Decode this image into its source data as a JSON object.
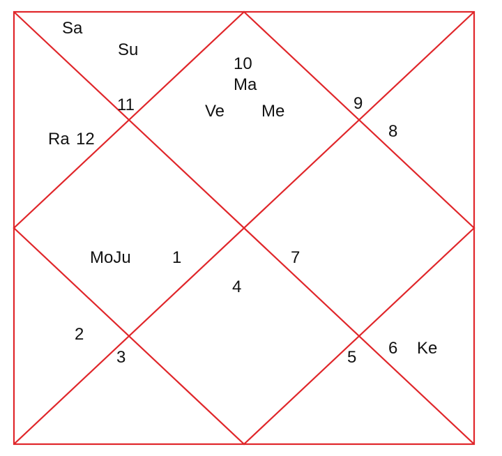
{
  "chart": {
    "line_color": "#e0262a",
    "text_color": "#111111",
    "background": "#ffffff"
  },
  "houses": [
    {
      "number": "1",
      "planets": "MoJu"
    },
    {
      "number": "2",
      "planets": ""
    },
    {
      "number": "3",
      "planets": ""
    },
    {
      "number": "4",
      "planets": ""
    },
    {
      "number": "5",
      "planets": ""
    },
    {
      "number": "6",
      "planets": "Ke"
    },
    {
      "number": "7",
      "planets": ""
    },
    {
      "number": "8",
      "planets": ""
    },
    {
      "number": "9",
      "planets": ""
    },
    {
      "number": "10",
      "planets": [
        "Ma",
        "Ve",
        "Me"
      ]
    },
    {
      "number": "11",
      "planets": [
        "Sa",
        "Su"
      ]
    },
    {
      "number": "12",
      "planets": "Ra"
    }
  ]
}
